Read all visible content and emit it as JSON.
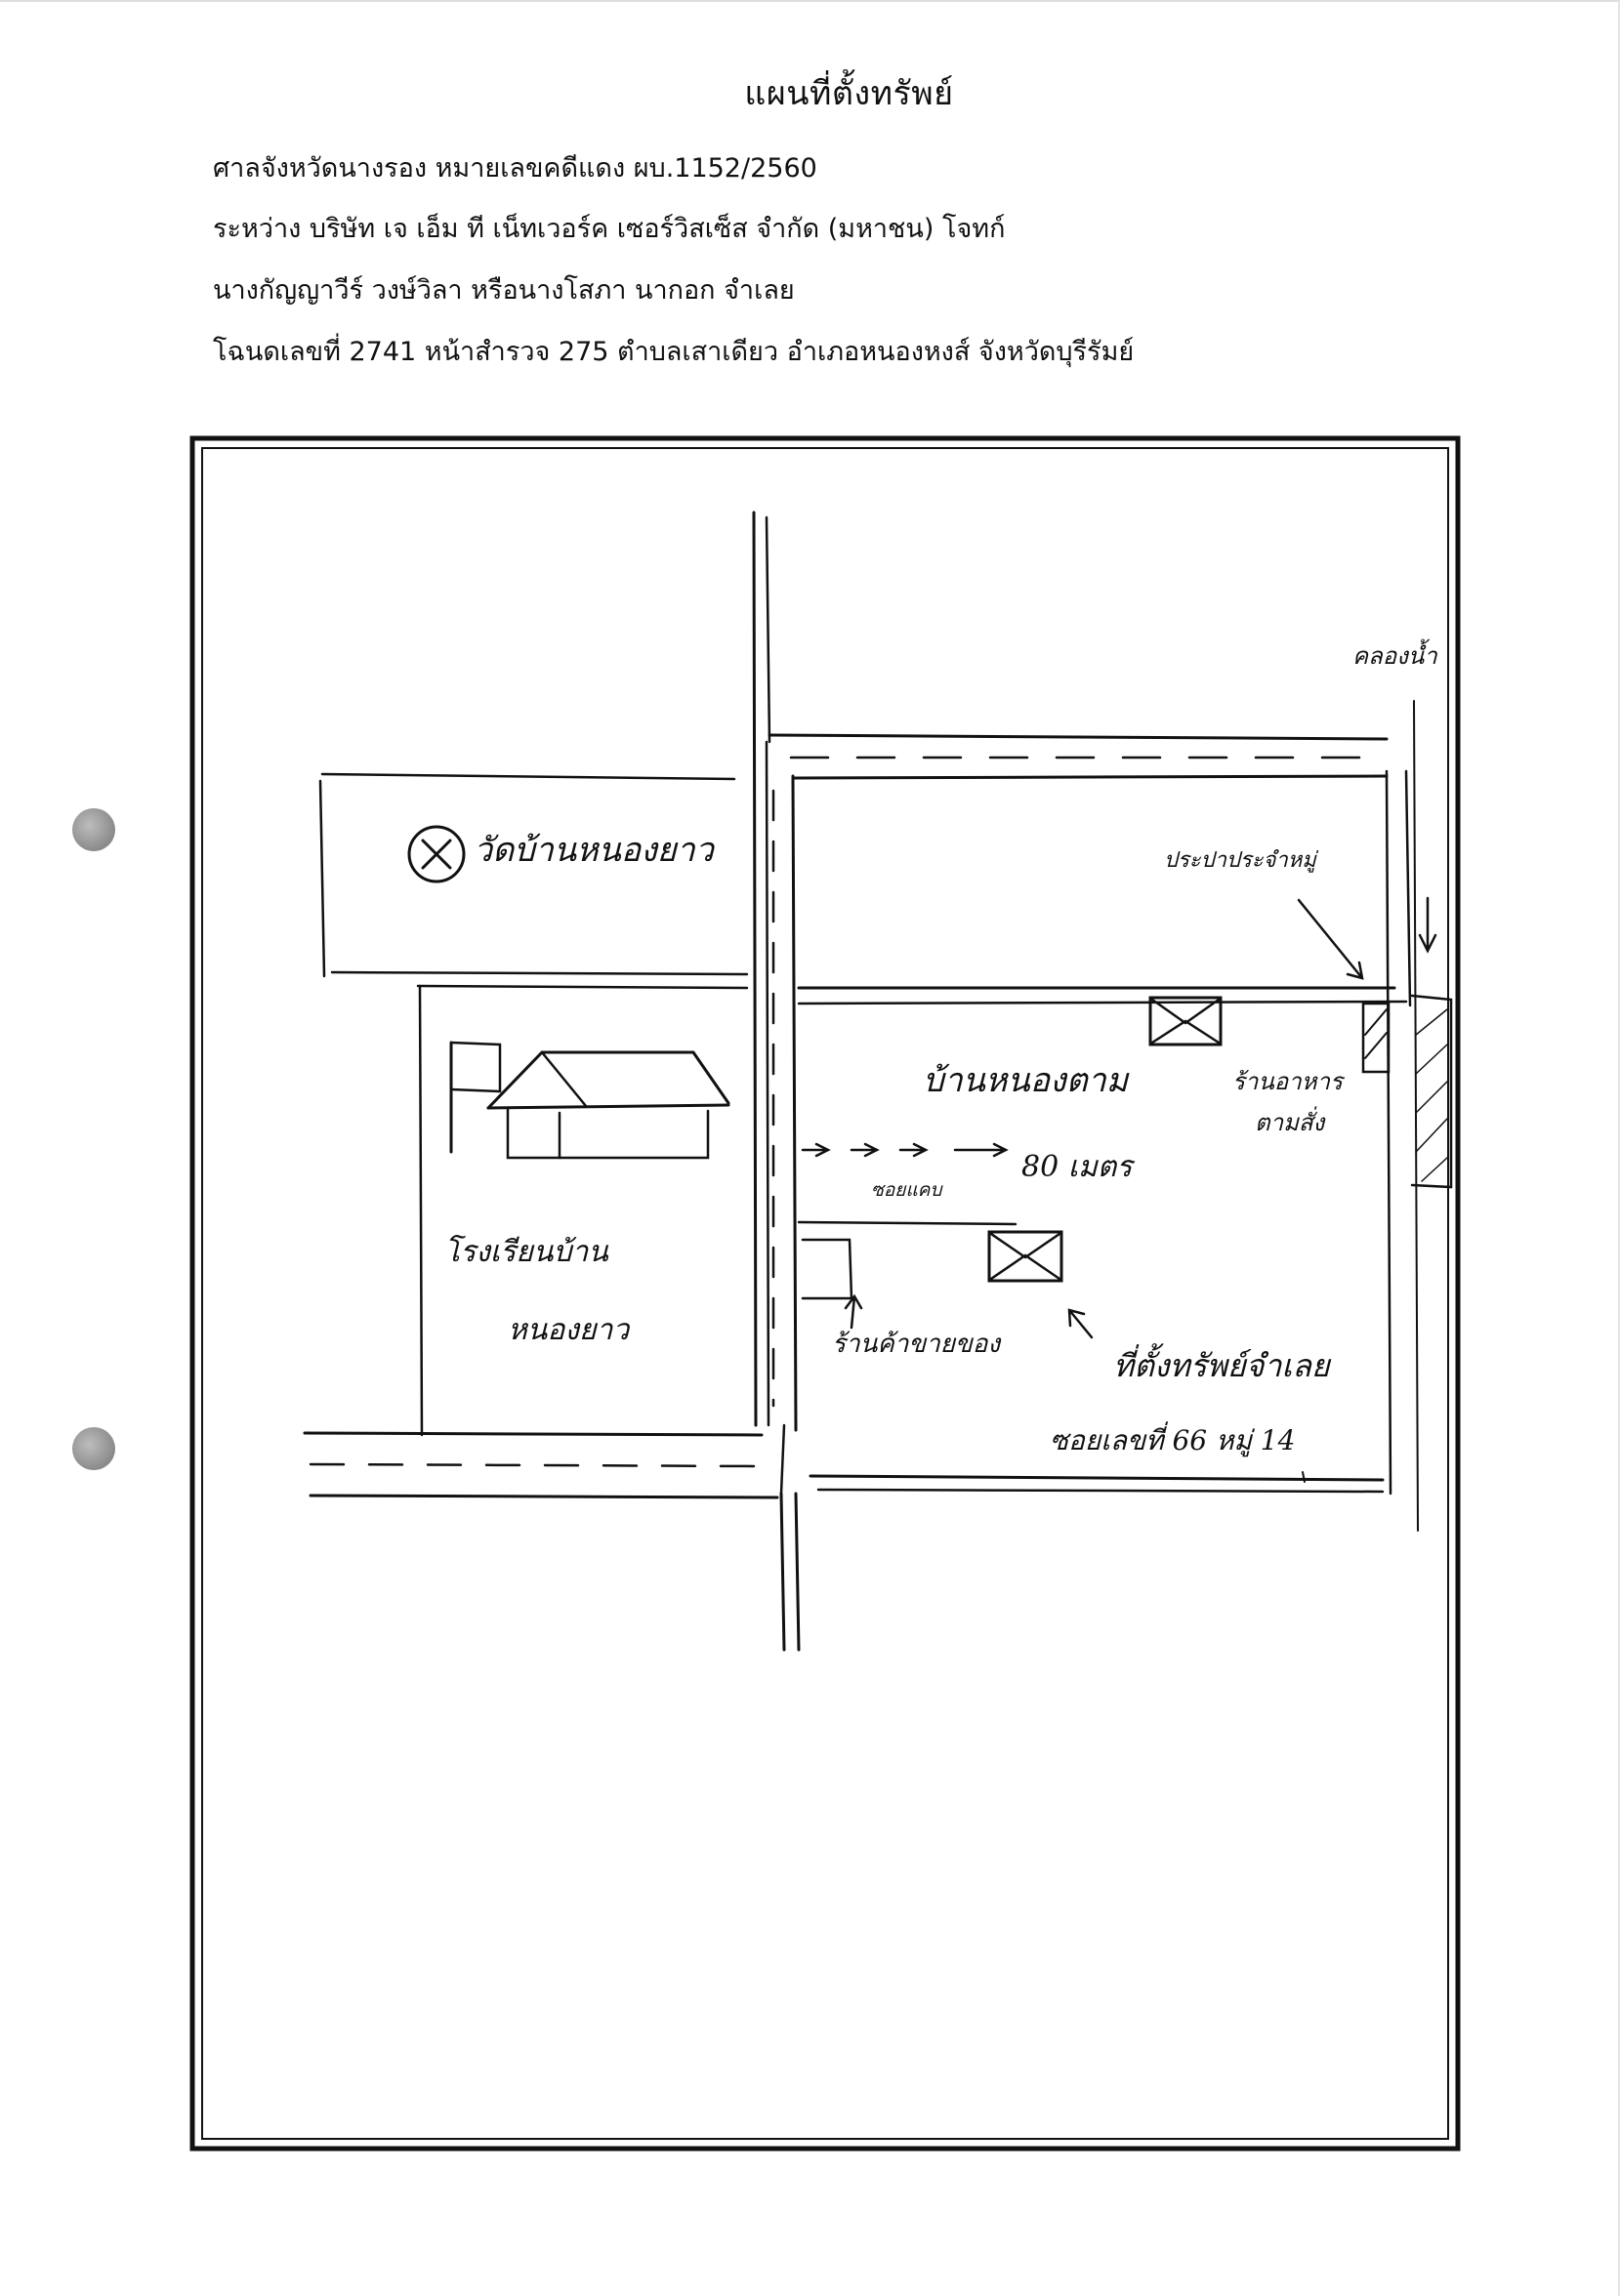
{
  "document": {
    "title": "แผนที่ตั้งทรัพย์",
    "court_line": "ศาลจังหวัดนางรอง   หมายเลขคดีแดง  ผบ.1152/2560",
    "parties_line": "ระหว่าง บริษัท เจ เอ็ม ที เน็ทเวอร์ค เซอร์วิสเซ็ส จำกัด (มหาชน)   โจทก์",
    "defendant_line": "นางกัญญาวีร์ วงษ์วิลา หรือนางโสภา นากอก   จำเลย",
    "deed_line": "โฉนดเลขที่ 2741 หน้าสำรวจ 275 ตำบลเสาเดียว อำเภอหนองหงส์ จังหวัดบุรีรัมย์"
  },
  "map": {
    "labels": {
      "temple": "วัดบ้านหนองยาว",
      "school_line1": "โรงเรียนบ้าน",
      "school_line2": "หนองยาว",
      "village": "บ้านหนองตาม",
      "water_tank": "ประปาประจำหมู่",
      "alley": "ซอยแคบ",
      "distance": "80 เมตร",
      "shop_left": "ร้านค้าขายของ",
      "shop_right_line1": "ร้านอาหาร",
      "shop_right_line2": "ตามสั่ง",
      "property_line1": "ที่ตั้งทรัพย์จำเลย",
      "property_line2": "ซอยเลขที่ 66  หมู่ 14",
      "canal": "คลองน้ำ"
    }
  }
}
